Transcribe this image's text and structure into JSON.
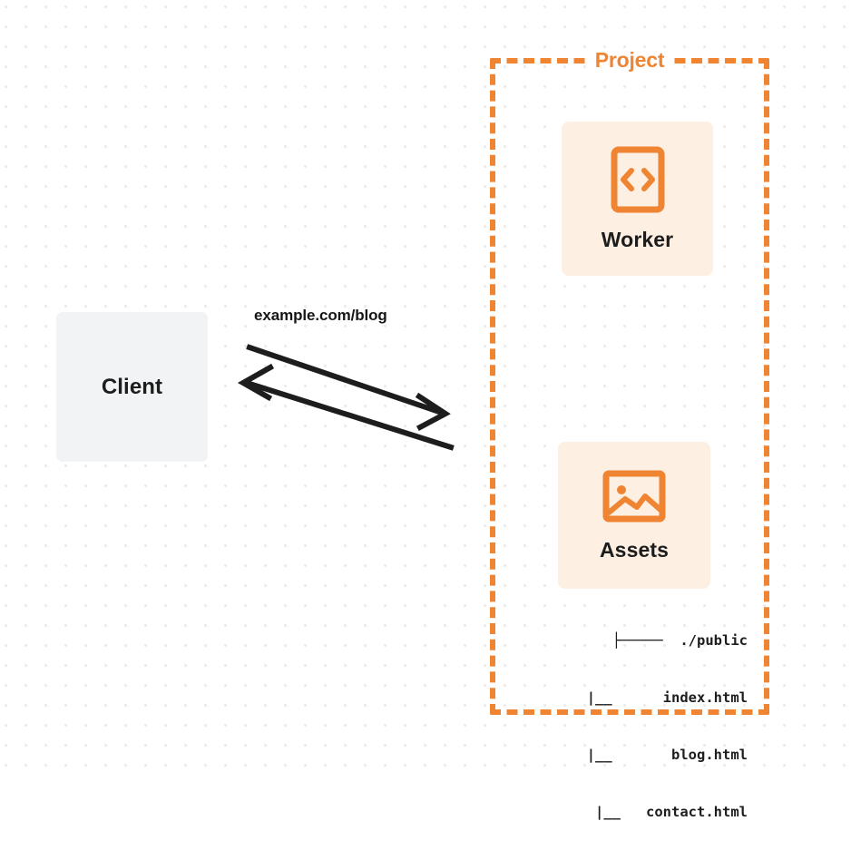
{
  "diagram": {
    "title": "Project architecture diagram",
    "background": {
      "style": "dot-grid",
      "dot_color": "#ececec",
      "page_color": "#ffffff"
    },
    "colors": {
      "accent_orange": "#ef8432",
      "card_background": "#fdf0e3",
      "client_background": "#f2f3f4",
      "text_dark": "#1d1d1d"
    }
  },
  "client": {
    "label": "Client",
    "icon": "none"
  },
  "connector": {
    "label": "example.com/blog",
    "request_direction": "client-to-project",
    "response_direction": "project-to-client",
    "stroke_color": "#1d1d1d",
    "stroke_width": 6
  },
  "project": {
    "label": "Project",
    "border_style": "dashed",
    "border_color": "#ef8432",
    "nodes": [
      {
        "id": "worker",
        "label": "Worker",
        "icon": "code-brackets-icon"
      },
      {
        "id": "assets",
        "label": "Assets",
        "icon": "image-icon"
      }
    ]
  },
  "file_tree": {
    "rows": [
      "├─────  ./public",
      "|__      index.html",
      "|__       blog.html",
      "|__   contact.html"
    ],
    "root": "./public",
    "files": [
      "index.html",
      "blog.html",
      "contact.html"
    ]
  }
}
